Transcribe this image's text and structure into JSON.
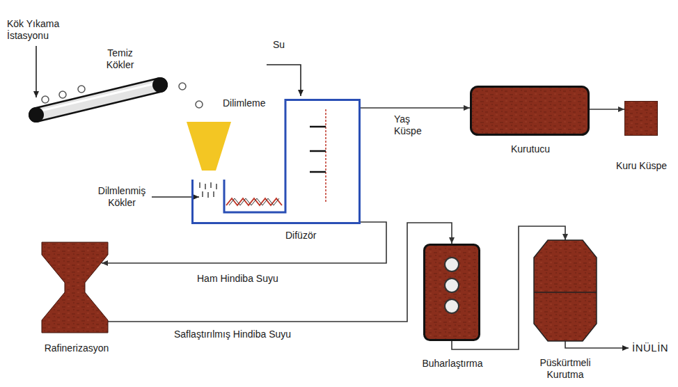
{
  "diagram": {
    "nodes": [
      {
        "text": [
          "Temiz Kökler"
        ]
      },
      {
        "text": [
          "Dilimleme"
        ]
      },
      {
        "text": [
          "Difüzör"
        ]
      },
      {
        "text": [
          "Kurutucu"
        ]
      },
      {
        "text": [
          "Kuru Küspe"
        ]
      },
      {
        "text": [
          "Rafinerizasyon"
        ]
      },
      {
        "text": [
          "Buharlaştırma"
        ]
      },
      {
        "text": [
          "Püskürtmeli Kurutma"
        ]
      }
    ],
    "edges": [
      {
        "from": 2,
        "to": 3,
        "label": "Yaş Küspe",
        "arrow": "to"
      },
      {
        "from": 3,
        "to": 4,
        "arrow": "to"
      },
      {
        "from": 2,
        "to": 5,
        "label": "Ham Hindiba Suyu",
        "arrow": "to"
      },
      {
        "from": 5,
        "to": 6,
        "label": "Saflaştırılmış Hindiba Suyu",
        "arrow": "to"
      },
      {
        "from": 6,
        "to": 7,
        "arrow": "to"
      }
    ],
    "labels": [
      "Kök Yıkama İstasyonu",
      "Su",
      "Dilmlenmiş Kökler",
      "İNÜLİN"
    ]
  }
}
